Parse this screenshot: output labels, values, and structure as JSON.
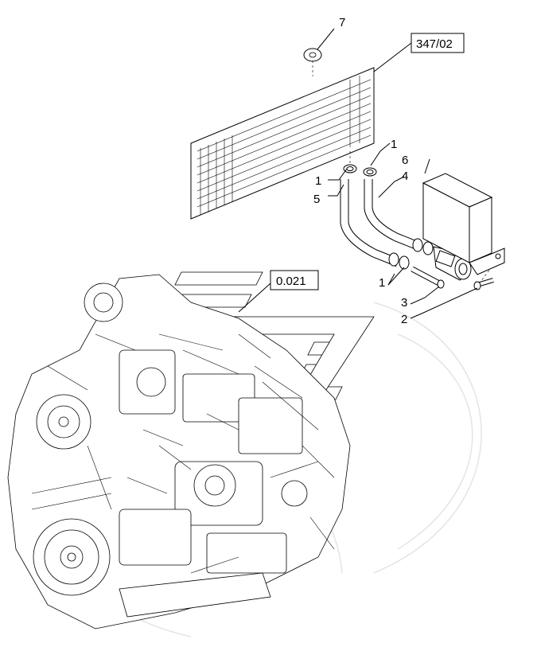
{
  "references": {
    "radiator_group": "347/02",
    "engine_group": "0.021"
  },
  "callouts": {
    "c7": "7",
    "c1_top_right": "1",
    "c6": "6",
    "c4": "4",
    "c1_left": "1",
    "c5": "5",
    "c1_lower": "1",
    "c3": "3",
    "c2": "2"
  }
}
